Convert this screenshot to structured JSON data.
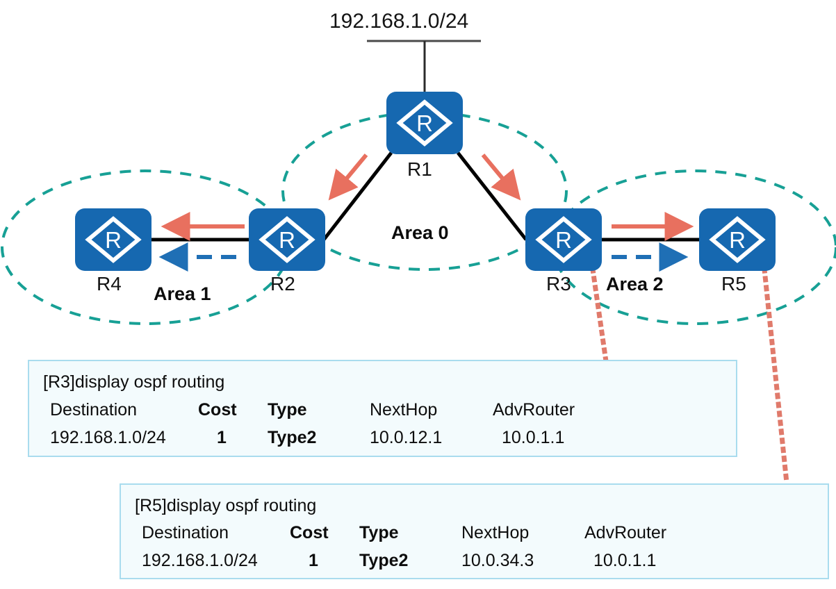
{
  "diagram": {
    "title_label": "192.168.1.0/24",
    "nodes": [
      {
        "id": "r1",
        "label": "R1",
        "icon": "router-icon"
      },
      {
        "id": "r2",
        "label": "R2",
        "icon": "router-icon"
      },
      {
        "id": "r3",
        "label": "R3",
        "icon": "router-icon"
      },
      {
        "id": "r4",
        "label": "R4",
        "icon": "router-icon"
      },
      {
        "id": "r5",
        "label": "R5",
        "icon": "router-icon"
      }
    ],
    "areas": [
      {
        "id": "area1",
        "label": "Area 1"
      },
      {
        "id": "area0",
        "label": "Area 0"
      },
      {
        "id": "area2",
        "label": "Area 2"
      }
    ],
    "colors": {
      "router_blue": "#1668b0",
      "area_teal": "#17a095",
      "flow_red": "#e8705f",
      "flow_blue": "#1f6fb5",
      "link_black": "#000000",
      "callout_border": "#a9dcee",
      "callout_fill": "#f3fbfd",
      "callout_connector": "#e07a6b"
    }
  },
  "callouts": [
    {
      "id": "r3-routing",
      "command": "[R3]display ospf routing",
      "columns": [
        "Destination",
        "Cost",
        "Type",
        "NextHop",
        "AdvRouter"
      ],
      "row": [
        "192.168.1.0/24",
        "1",
        "Type2",
        "10.0.12.1",
        "10.0.1.1"
      ]
    },
    {
      "id": "r5-routing",
      "command": "[R5]display ospf routing",
      "columns": [
        "Destination",
        "Cost",
        "Type",
        "NextHop",
        "AdvRouter"
      ],
      "row": [
        "192.168.1.0/24",
        "1",
        "Type2",
        "10.0.34.3",
        "10.0.1.1"
      ]
    }
  ]
}
